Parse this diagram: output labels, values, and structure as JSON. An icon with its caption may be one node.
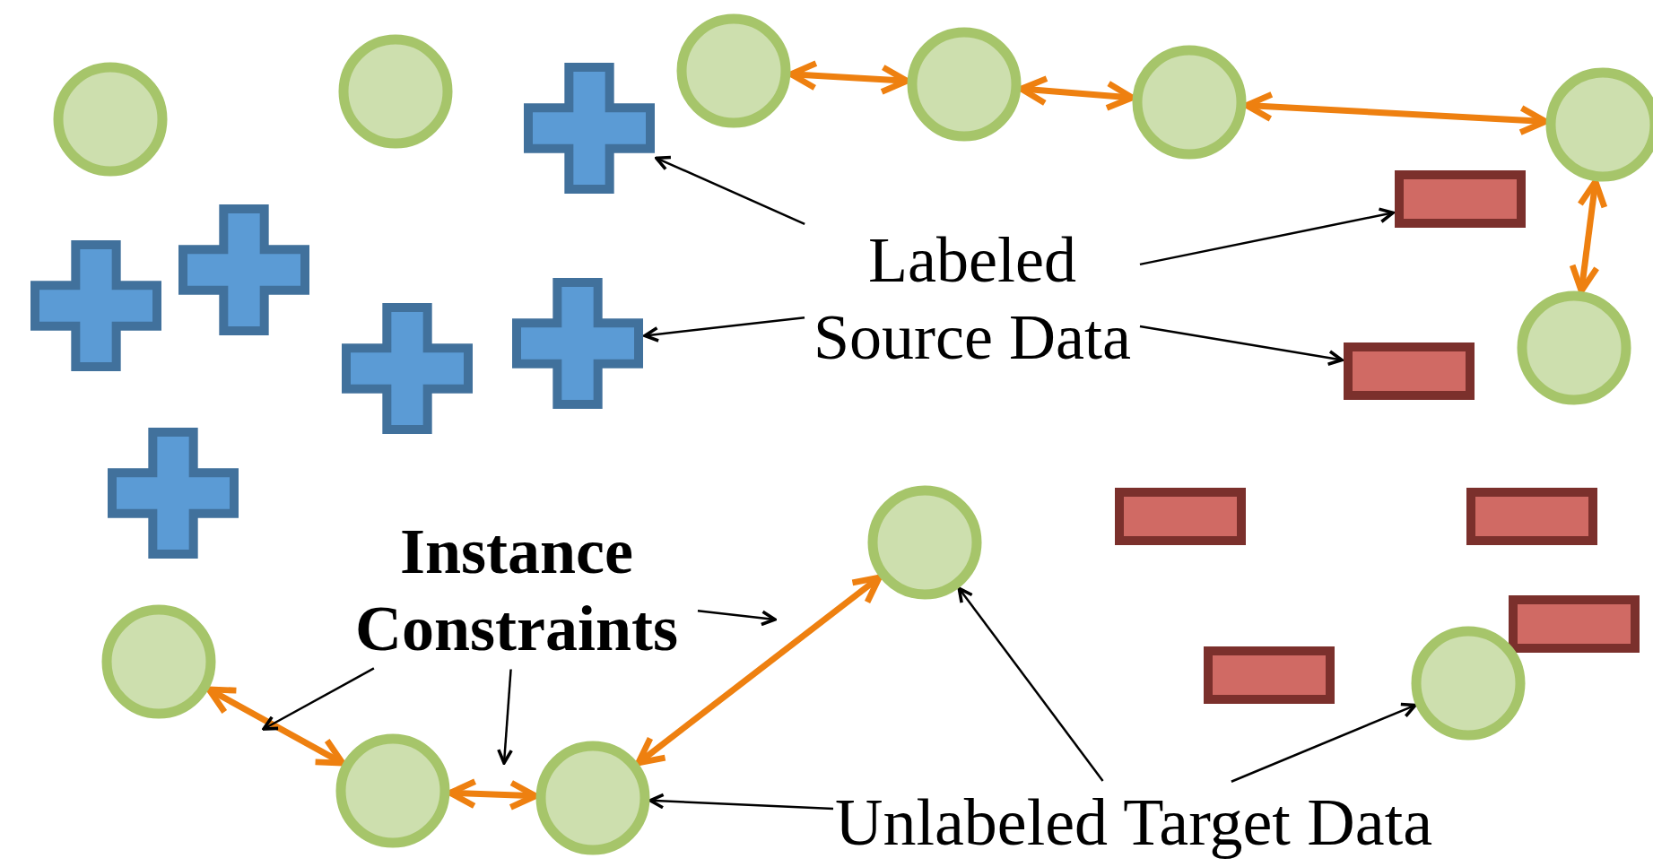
{
  "diagram": {
    "nodes": [
      {
        "text": [],
        "shape": "circle"
      },
      {
        "text": [],
        "shape": "circle"
      },
      {
        "text": [],
        "shape": "circle"
      },
      {
        "text": [],
        "shape": "circle"
      },
      {
        "text": [],
        "shape": "circle"
      },
      {
        "text": [],
        "shape": "circle"
      },
      {
        "text": [],
        "shape": "plus"
      },
      {
        "text": [],
        "shape": "bar"
      },
      {
        "text": [],
        "shape": "plus"
      },
      {
        "text": [
          "Labeled Source Data"
        ]
      },
      {
        "text": [],
        "shape": "plus"
      },
      {
        "text": [],
        "shape": "plus"
      },
      {
        "text": [],
        "shape": "circle"
      },
      {
        "text": [],
        "shape": "plus"
      },
      {
        "text": [],
        "shape": "bar"
      },
      {
        "text": [],
        "shape": "plus"
      },
      {
        "text": [],
        "shape": "bar"
      },
      {
        "text": [],
        "shape": "bar"
      },
      {
        "text": [],
        "shape": "circle"
      },
      {
        "text": [
          "Instance Constraints"
        ]
      },
      {
        "text": [],
        "shape": "bar"
      },
      {
        "text": [],
        "shape": "circle"
      },
      {
        "text": [],
        "shape": "bar"
      },
      {
        "text": [],
        "shape": "circle"
      },
      {
        "text": [],
        "shape": "circle"
      },
      {
        "text": [],
        "shape": "circle"
      },
      {
        "text": [
          "Unlabeled Target Data"
        ]
      }
    ],
    "edges": [
      {
        "from": 0,
        "to": 1,
        "arrow": "both",
        "style": "thick",
        "color": "#ee8010"
      },
      {
        "from": 1,
        "to": 3,
        "arrow": "both",
        "style": "thick",
        "color": "#ee8010"
      },
      {
        "from": 3,
        "to": 5,
        "arrow": "both",
        "style": "thick",
        "color": "#ee8010"
      },
      {
        "from": 5,
        "to": 12,
        "arrow": "both",
        "style": "thick",
        "color": "#ee8010"
      },
      {
        "from": 21,
        "to": 24,
        "arrow": "both",
        "style": "thick",
        "color": "#ee8010"
      },
      {
        "from": 24,
        "to": 25,
        "arrow": "both",
        "style": "thick",
        "color": "#ee8010"
      },
      {
        "from": 25,
        "to": 18,
        "arrow": "both",
        "style": "thick",
        "color": "#ee8010"
      },
      {
        "from": 9,
        "to": 6,
        "arrow": "to"
      },
      {
        "from": 9,
        "to": 11,
        "arrow": "to"
      },
      {
        "from": 9,
        "to": 7,
        "arrow": "to"
      },
      {
        "from": 9,
        "to": 14,
        "arrow": "to"
      },
      {
        "from": 19,
        "to": null,
        "arrow": "to"
      },
      {
        "from": 19,
        "to": null,
        "arrow": "to"
      },
      {
        "from": 19,
        "to": null,
        "arrow": "to"
      },
      {
        "from": 26,
        "to": 25,
        "arrow": "to"
      },
      {
        "from": 26,
        "to": 18,
        "arrow": "to"
      },
      {
        "from": 26,
        "to": 23,
        "arrow": "to"
      }
    ]
  }
}
